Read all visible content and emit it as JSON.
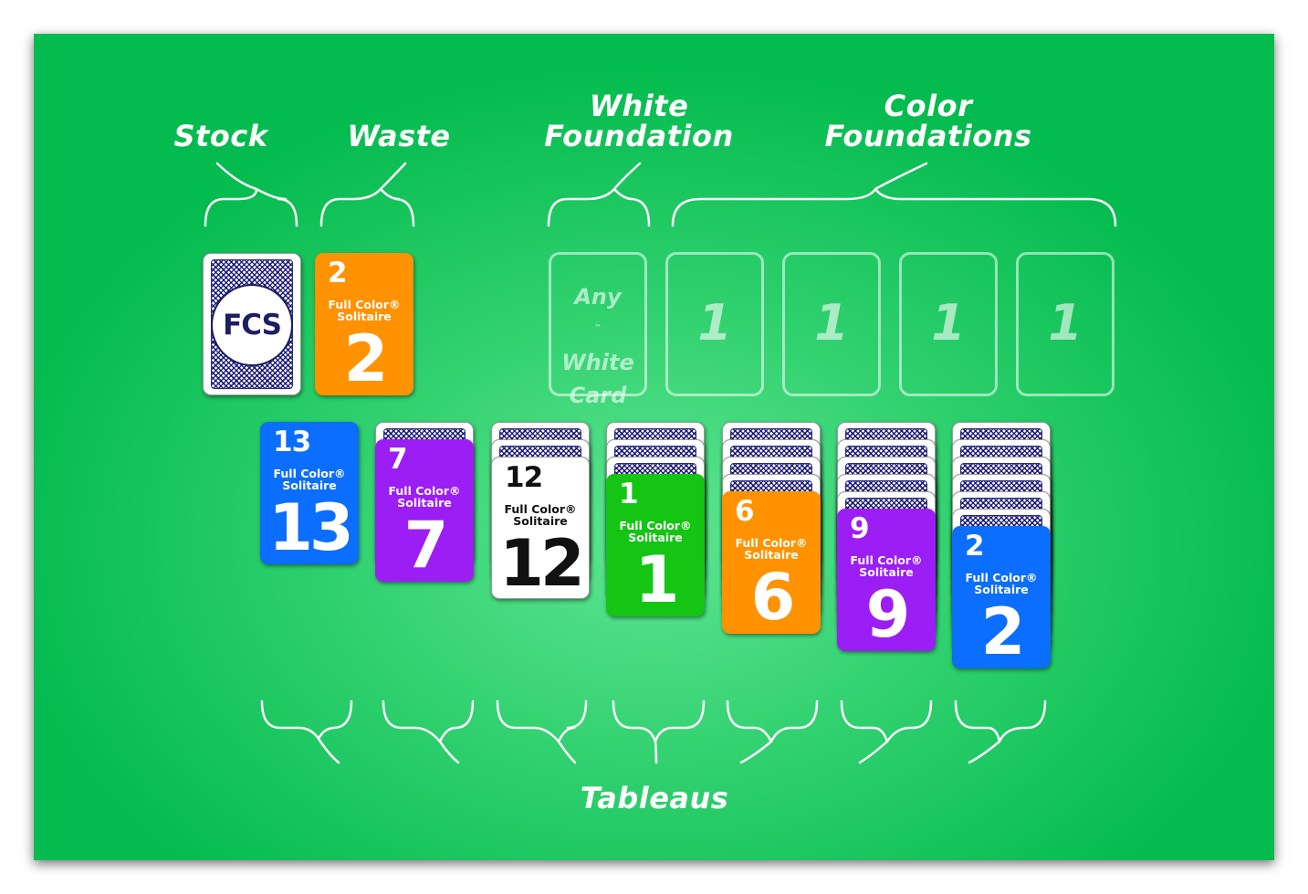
{
  "labels": {
    "stock": "Stock",
    "waste": "Waste",
    "white_foundation": [
      "White",
      "Foundation"
    ],
    "color_foundations": [
      "Color",
      "Foundations"
    ],
    "tableaus": "Tableaus"
  },
  "stock_card": {
    "logo": "FCS"
  },
  "waste_card": {
    "rank": "2",
    "brand": [
      "Full Color®",
      "Solitaire"
    ],
    "color": "#ff9200"
  },
  "white_foundation_slot": {
    "text": [
      "Any",
      "White",
      "Card"
    ],
    "trademark": "™"
  },
  "color_foundation_slots": [
    "1",
    "1",
    "1",
    "1"
  ],
  "tableaus": [
    {
      "hidden": 0,
      "rank": "13",
      "color": "#0b6eff",
      "brand": [
        "Full Color®",
        "Solitaire"
      ]
    },
    {
      "hidden": 1,
      "rank": "7",
      "color": "#9b1ef4",
      "brand": [
        "Full Color®",
        "Solitaire"
      ]
    },
    {
      "hidden": 2,
      "rank": "12",
      "color": "#ffffff",
      "brand": [
        "Full Color®",
        "Solitaire"
      ]
    },
    {
      "hidden": 3,
      "rank": "1",
      "color": "#14c514",
      "brand": [
        "Full Color®",
        "Solitaire"
      ]
    },
    {
      "hidden": 4,
      "rank": "6",
      "color": "#ff9200",
      "brand": [
        "Full Color®",
        "Solitaire"
      ]
    },
    {
      "hidden": 5,
      "rank": "9",
      "color": "#9b1ef4",
      "brand": [
        "Full Color®",
        "Solitaire"
      ]
    },
    {
      "hidden": 6,
      "rank": "2",
      "color": "#0b6eff",
      "brand": [
        "Full Color®",
        "Solitaire"
      ]
    }
  ]
}
